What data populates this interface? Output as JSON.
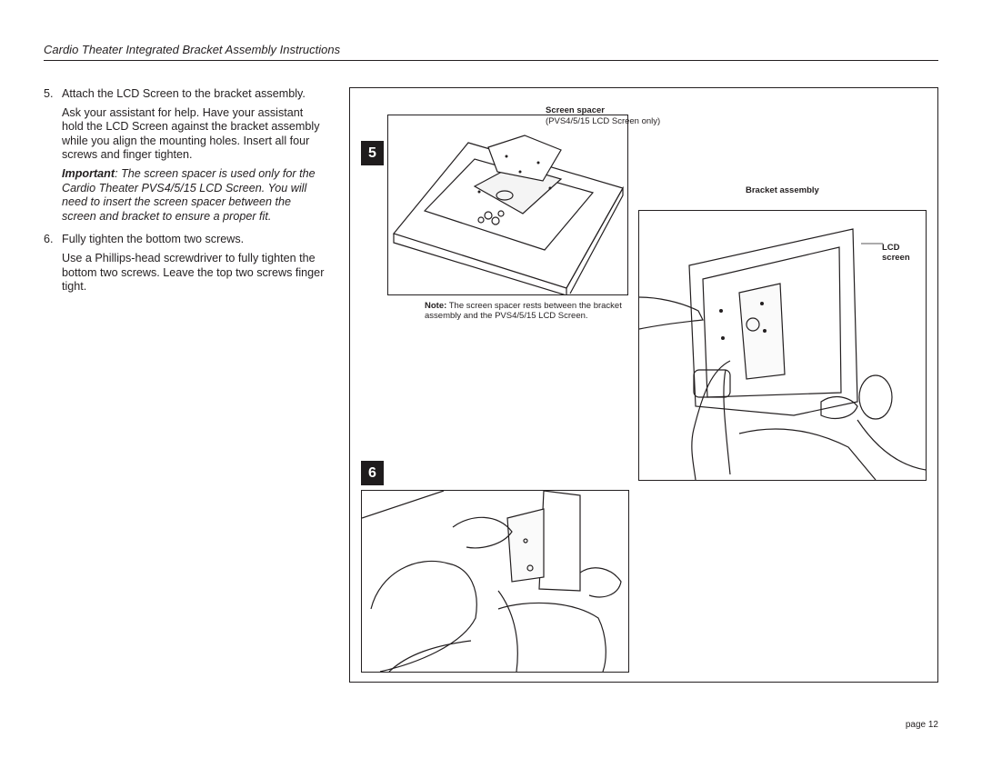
{
  "header": {
    "title": "Cardio Theater Integrated Bracket Assembly Instructions"
  },
  "steps": [
    {
      "number": "5.",
      "title": "Attach the LCD Screen to the bracket assembly.",
      "body": "Ask your assistant for help. Have your assistant hold the LCD Screen against the bracket assembly while you align the mounting holes. Insert all four screws and finger tighten.",
      "important_label": "Important",
      "important_text": ": The screen spacer is used only for the Cardio Theater PVS4/5/15 LCD Screen. You will need to insert the screen spacer between the screen and bracket to ensure a proper fit."
    },
    {
      "number": "6.",
      "title": "Fully tighten the bottom two screws.",
      "body": "Use a Phillips-head screwdriver to fully tighten the bottom two screws. Leave the top two screws finger tight."
    }
  ],
  "figure": {
    "badge_5": "5",
    "badge_6": "6",
    "callouts": {
      "screen_spacer": "Screen spacer",
      "screen_spacer_sub": "(PVS4/5/15 LCD Screen only)",
      "bracket_assembly": "Bracket assembly",
      "lcd_screen": "LCD screen"
    },
    "note_label": "Note:",
    "note_text": " The screen spacer rests between the bracket assembly and the PVS4/5/15 LCD Screen."
  },
  "footer": {
    "page": "page 12"
  }
}
